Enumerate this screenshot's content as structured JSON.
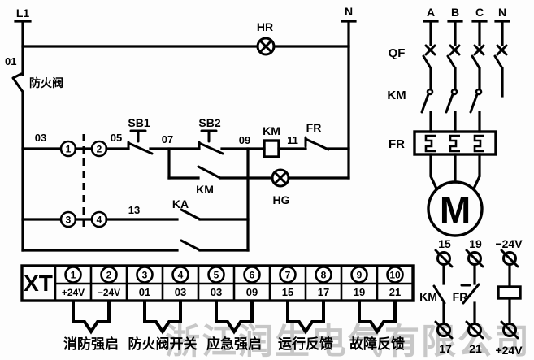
{
  "colors": {
    "line": "#000000",
    "background": "#ffffff",
    "watermark": "#9b9b9b"
  },
  "watermark": {
    "text": "浙江润生电气有限公司"
  },
  "control": {
    "source_label": "L1",
    "neutral_label": "N",
    "wire_01": "01",
    "damper_label": "防火阀",
    "run_lamp_label": "HR",
    "stop_lamp_label": "HG",
    "wire_03": "03",
    "wire_05": "05",
    "wire_07": "07",
    "wire_09": "09",
    "wire_11": "11",
    "wire_13": "13",
    "terminals": [
      "1",
      "2",
      "3",
      "4"
    ],
    "sb1_label": "SB1",
    "sb2_label": "SB2",
    "km_coil_label": "KM",
    "km_aux_label": "KM",
    "fr_label": "FR",
    "ka_label": "KA"
  },
  "power": {
    "phase_labels": [
      "A",
      "B",
      "C",
      "N"
    ],
    "breaker_label": "QF",
    "contactor_label": "KM",
    "overload_label": "FR",
    "motor_label": "M"
  },
  "feedback": {
    "top_labels": [
      "15",
      "19",
      "−24V"
    ],
    "bottom_labels": [
      "17",
      "21",
      "+24V"
    ],
    "km_label": "KM",
    "fr_label": "FR"
  },
  "xt": {
    "block_label": "XT",
    "terminals": [
      {
        "no": "1",
        "wire": "+24V"
      },
      {
        "no": "2",
        "wire": "−24V"
      },
      {
        "no": "3",
        "wire": "01"
      },
      {
        "no": "4",
        "wire": "03"
      },
      {
        "no": "5",
        "wire": "03"
      },
      {
        "no": "6",
        "wire": "09"
      },
      {
        "no": "7",
        "wire": "15"
      },
      {
        "no": "8",
        "wire": "17"
      },
      {
        "no": "9",
        "wire": "19"
      },
      {
        "no": "10",
        "wire": "21"
      }
    ],
    "group_labels": [
      "消防强启",
      "防火阀开关",
      "应急强启",
      "运行反馈",
      "故障反馈"
    ]
  }
}
